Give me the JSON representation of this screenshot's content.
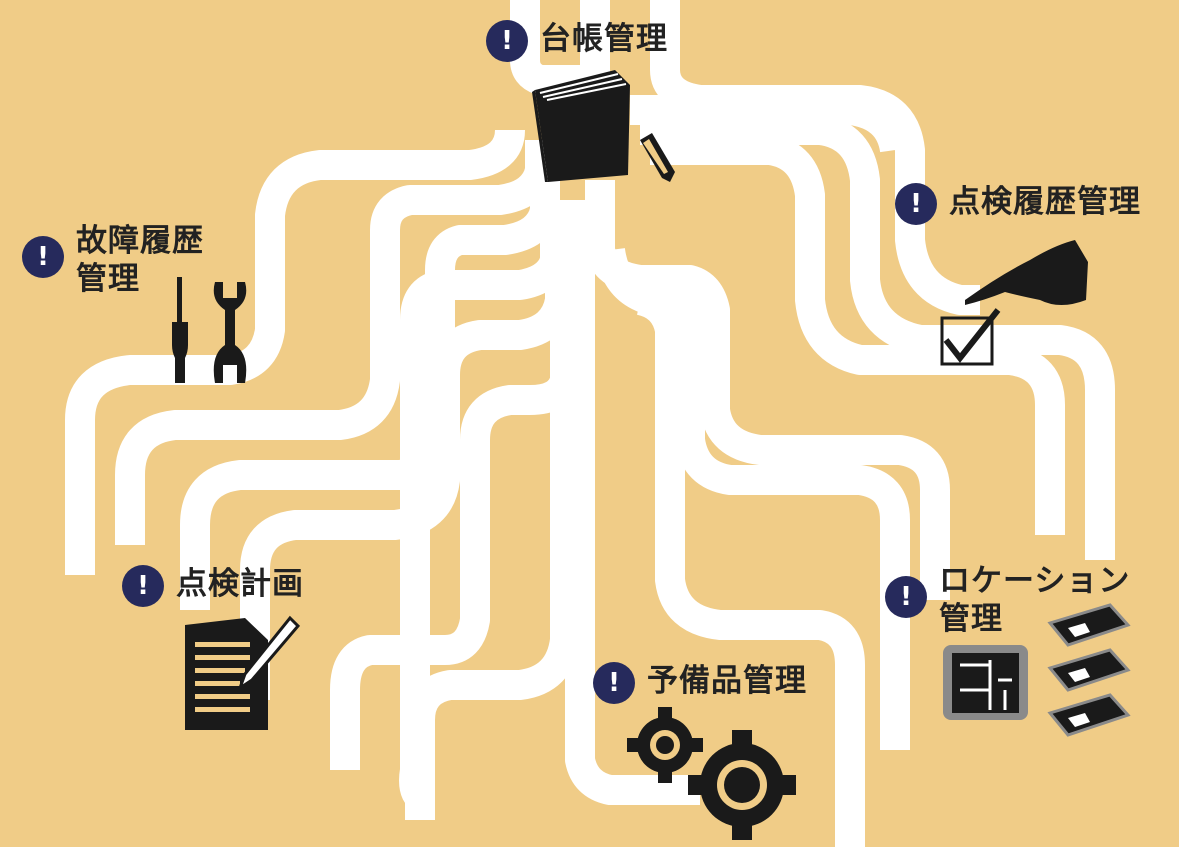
{
  "colors": {
    "background": "#f0cc87",
    "roads": "#ffffff",
    "badge": "#262a5c",
    "icons": "#1a1a1a"
  },
  "badge_icon": "exclamation-icon",
  "badge_mark": "!",
  "nodes": {
    "ledger": {
      "lines": [
        "台帳管理"
      ],
      "icon": "book-pencil-icon"
    },
    "inspection_history": {
      "lines": [
        "点検履歴管理"
      ],
      "icon": "pointing-hand-checkbox-icon"
    },
    "failure_history": {
      "lines": [
        "故障履歴",
        "管理"
      ],
      "icon": "screwdriver-wrench-icon"
    },
    "inspection_plan": {
      "lines": [
        "点検計画"
      ],
      "icon": "document-pen-icon"
    },
    "spare_parts": {
      "lines": [
        "予備品管理"
      ],
      "icon": "gears-icon"
    },
    "location": {
      "lines": [
        "ロケーション",
        "管理"
      ],
      "icon": "floor-map-icon"
    }
  }
}
